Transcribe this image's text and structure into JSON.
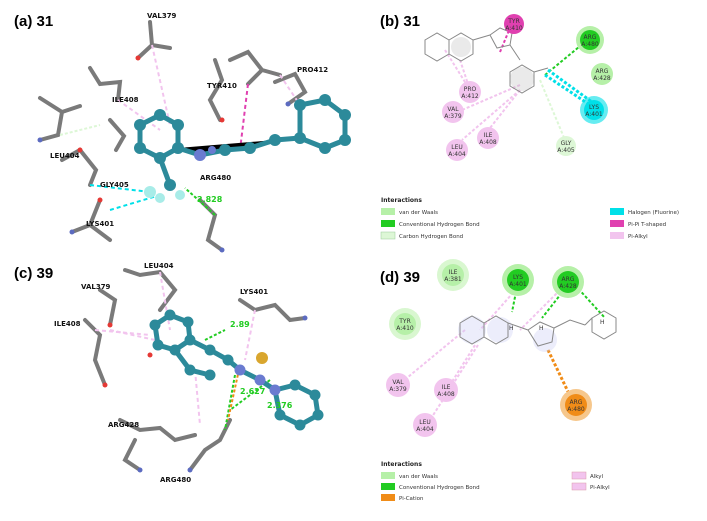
{
  "panels": {
    "a": {
      "label": "(a)  31"
    },
    "b": {
      "label": "(b) 31"
    },
    "c": {
      "label": "(c) 39"
    },
    "d": {
      "label": "(d) 39"
    }
  },
  "panel_a": {
    "residues": [
      "VAL379",
      "ILE408",
      "TYR410",
      "PRO412",
      "LEU404",
      "GLY405",
      "ARG480",
      "LYS401"
    ],
    "distance": "2.828"
  },
  "panel_b": {
    "residues": [
      "TYR\nA:410",
      "ARG\nA:480",
      "ARG\nA:428",
      "PRO\nA:412",
      "VAL\nA:379",
      "ILE\nA:408",
      "LEU\nA:404",
      "LYS\nA:401",
      "GLY\nA:405"
    ],
    "legend": {
      "title": "Interactions",
      "items": [
        "van der Waals",
        "Conventional Hydrogen Bond",
        "Carbon Hydrogen Bond",
        "Halogen (Fluorine)",
        "Pi-Pi T-shaped",
        "Pi-Alkyl"
      ]
    }
  },
  "panel_c": {
    "residues": [
      "LEU404",
      "VAL379",
      "LYS401",
      "ILE408",
      "ARG428",
      "ARG480"
    ],
    "distances": [
      "2.89",
      "2.627",
      "2.376"
    ]
  },
  "panel_d": {
    "residues": [
      "ILE\nA:381",
      "LYS\nA:401",
      "ARG\nA:428",
      "TYR\nA:410",
      "VAL\nA:379",
      "ILE\nA:408",
      "LEU\nA:404",
      "ARG\nA:480"
    ],
    "atom_labels": [
      "H",
      "H",
      "H"
    ],
    "legend": {
      "title": "Interactions",
      "items": [
        "van der Waals",
        "Conventional Hydrogen Bond",
        "Pi-Cation",
        "Alkyl",
        "Pi-Alkyl"
      ]
    }
  },
  "colors": {
    "vdw": "#b6f0a8",
    "hbond": "#22cc22",
    "carbon_hbond": "#ddf7d6",
    "halogen": "#00e0e8",
    "pipi": "#e040b0",
    "pialkyl": "#f2c4ee",
    "alkyl": "#f2c4ee",
    "pication": "#f08c18",
    "ligand_atom": "#2c8a9a",
    "stick": "#7a7a7a"
  }
}
